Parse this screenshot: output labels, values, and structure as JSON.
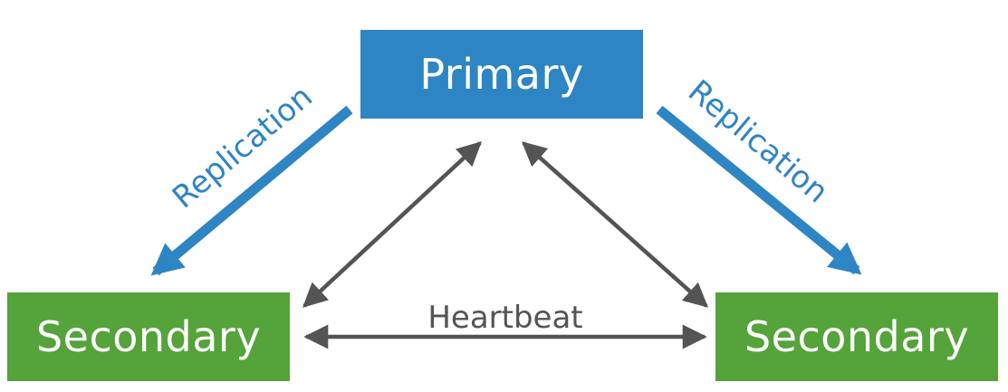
{
  "colors": {
    "primary": "#2e85c4",
    "secondary": "#55a33b",
    "replication_arrow": "#2e85c4",
    "heartbeat_arrow": "#545454",
    "heartbeat_text": "#545454",
    "replication_text": "#2e85c4"
  },
  "nodes": {
    "primary": "Primary",
    "secondary_left": "Secondary",
    "secondary_right": "Secondary"
  },
  "edges": {
    "replication_left": "Replication",
    "replication_right": "Replication",
    "heartbeat": "Heartbeat"
  }
}
